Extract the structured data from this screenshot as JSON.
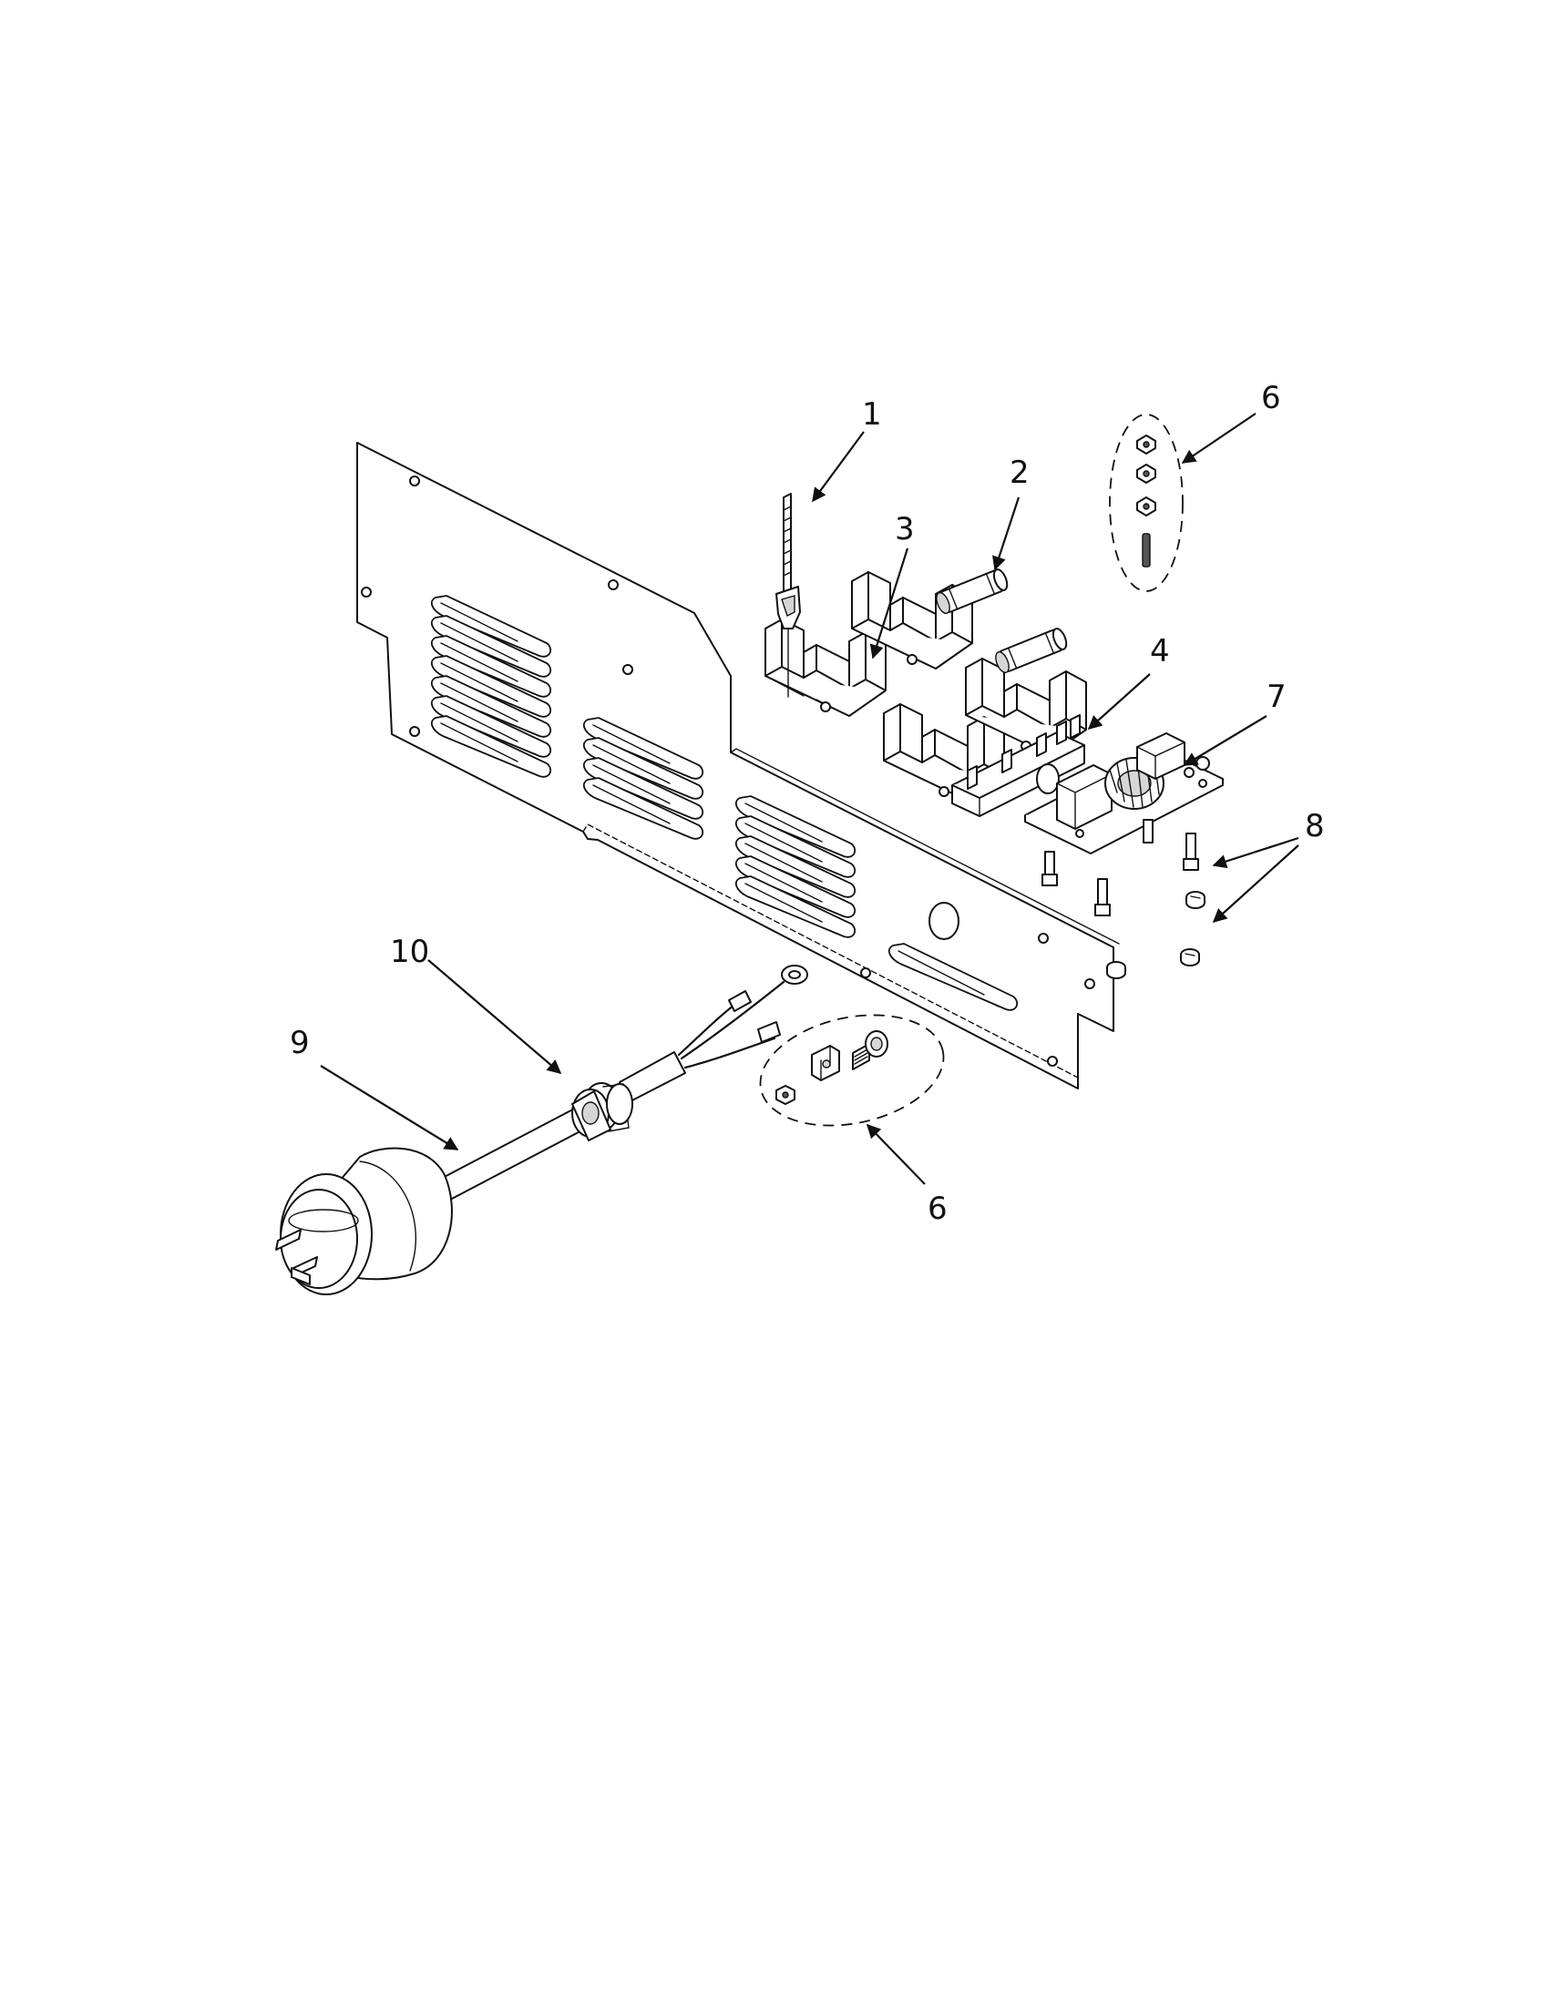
{
  "callouts": [
    {
      "id": "c1",
      "label": "1"
    },
    {
      "id": "c2",
      "label": "2"
    },
    {
      "id": "c3",
      "label": "3"
    },
    {
      "id": "c4",
      "label": "4"
    },
    {
      "id": "c6a",
      "label": "6"
    },
    {
      "id": "c7",
      "label": "7"
    },
    {
      "id": "c8",
      "label": "8"
    },
    {
      "id": "c10",
      "label": "10"
    },
    {
      "id": "c9",
      "label": "9"
    },
    {
      "id": "c6b",
      "label": "6"
    }
  ]
}
